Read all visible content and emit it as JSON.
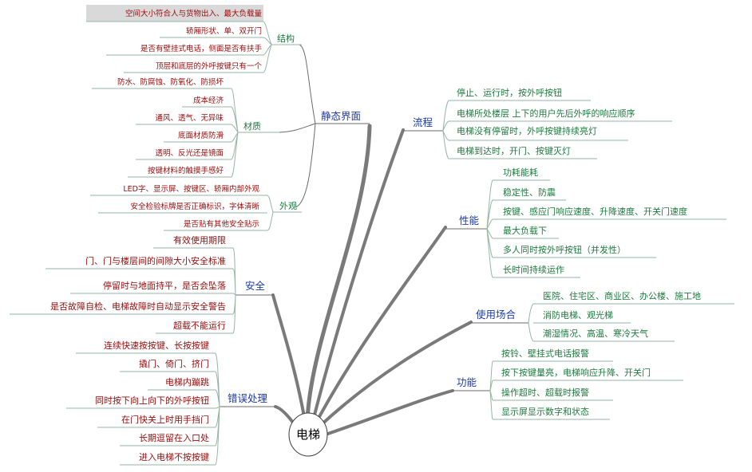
{
  "root": {
    "label": "电梯"
  },
  "branches": {
    "static": {
      "label": "静态界面",
      "groups": {
        "structure": {
          "label": "结构",
          "items": [
            "空间大小符合人与货物出入、最大负载量",
            "轿厢形状、单、双开门",
            "是否有壁挂式电话，侧面是否有扶手",
            "顶层和底层的外呼按键只有一个"
          ]
        },
        "material": {
          "label": "材质",
          "items": [
            "防水、防腐蚀、防氧化、防损坏",
            "成本经济",
            "通风、透气、无异味",
            "底面材质防滑",
            "透明、反光还是镜面",
            "按键材料的触摸手感好"
          ]
        },
        "appearance": {
          "label": "外观",
          "items": [
            "LED字、显示屏、按键区、轿厢内部外观",
            "安全检验标牌是否正确标识，字体清晰",
            "是否贴有其他安全贴示"
          ]
        }
      }
    },
    "safety": {
      "label": "安全",
      "items": [
        "有效使用期限",
        "门、门与楼层间的间隙大小安全标准",
        "停留时与地面持平，是否会坠落",
        "是否故障自检、电梯故障时自动显示安全警告",
        "超载不能运行"
      ]
    },
    "error": {
      "label": "错误处理",
      "items": [
        "连续快速按按键、长按按键",
        "撬门、倚门、挤门",
        "电梯内蹦跳",
        "同时按下向上向下的外呼按钮",
        "在门快关上时用手挡门",
        "长期逗留在入口处",
        "进入电梯不按按键"
      ]
    },
    "flow": {
      "label": "流程",
      "items": [
        "停止、运行时，按外呼按钮",
        "电梯所处楼层 上下的用户先后外呼的响应顺序",
        "电梯没有停留时，外呼按键持续亮灯",
        "电梯到达时，开门、按键灭灯"
      ]
    },
    "performance": {
      "label": "性能",
      "items": [
        "功耗能耗",
        "稳定性、防震",
        "按键、感应门响应速度、升降速度、开关门速度",
        "最大负载下",
        "多人同时按外呼按钮（并发性）",
        "长时间持续运作"
      ]
    },
    "scenario": {
      "label": "使用场合",
      "items": [
        "医院、住宅区、商业区、办公楼、施工地",
        "消防电梯、观光梯",
        "潮湿情况、高温、寒冷天气"
      ]
    },
    "function": {
      "label": "功能",
      "items": [
        "按铃、壁挂式电话报警",
        "按下按键量亮，电梯响应升降、开关门",
        "操作超时、超载时报警",
        "显示屏显示数字和状态"
      ]
    }
  },
  "colors": {
    "leaf_left": "#9a0b0b",
    "leaf_right": "#1d7a3e",
    "branch": "#1c3aa8",
    "connector": "#7a7a7a",
    "leaf_underline": "#96b6a4"
  }
}
